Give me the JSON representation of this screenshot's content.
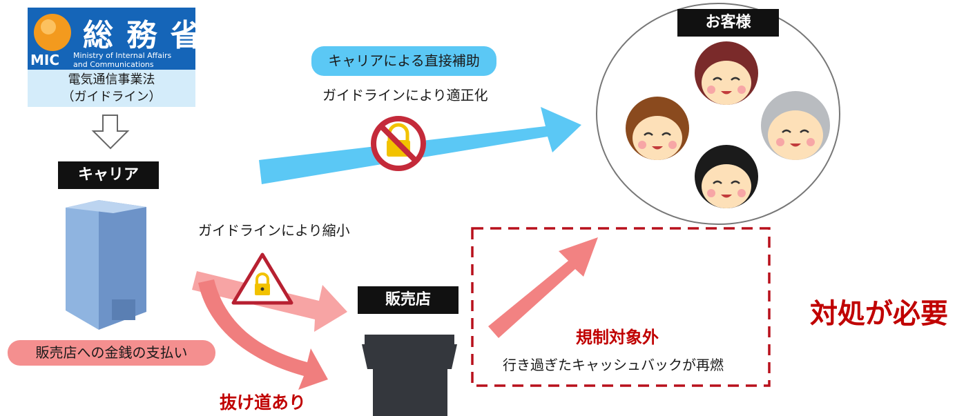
{
  "mic": {
    "logo_jp": "総 務 省",
    "logo_abbr": "MIC",
    "logo_en_line1": "Ministry of Internal Affairs",
    "logo_en_line2": "and Communications",
    "law_line1": "電気通信事業法",
    "law_line2": "（ガイドライン）"
  },
  "carrier": {
    "label": "キャリア"
  },
  "customers": {
    "label": "お客様"
  },
  "direct_subsidy": {
    "label": "キャリアによる直接補助",
    "note": "ガイドラインにより適正化"
  },
  "shrink_note": "ガイドラインにより縮小",
  "payment_label": "販売店への金銭の支払い",
  "loophole_label": "抜け道あり",
  "shop": {
    "label": "販売店"
  },
  "unregulated": {
    "title": "規制対象外",
    "desc": "行き過ぎたキャッシュバックが再燃"
  },
  "action_needed": "対処が必要",
  "colors": {
    "mic_blue": "#1565b8",
    "sky_blue": "#5bc8f5",
    "pink_arrow": "#f28282",
    "dark_red": "#c00000",
    "black_label": "#111111"
  },
  "icons": [
    "mic-logo-icon",
    "down-arrow-icon",
    "building-icon",
    "prohibited-lock-icon",
    "warning-lock-icon",
    "shop-icon",
    "face-icon"
  ]
}
